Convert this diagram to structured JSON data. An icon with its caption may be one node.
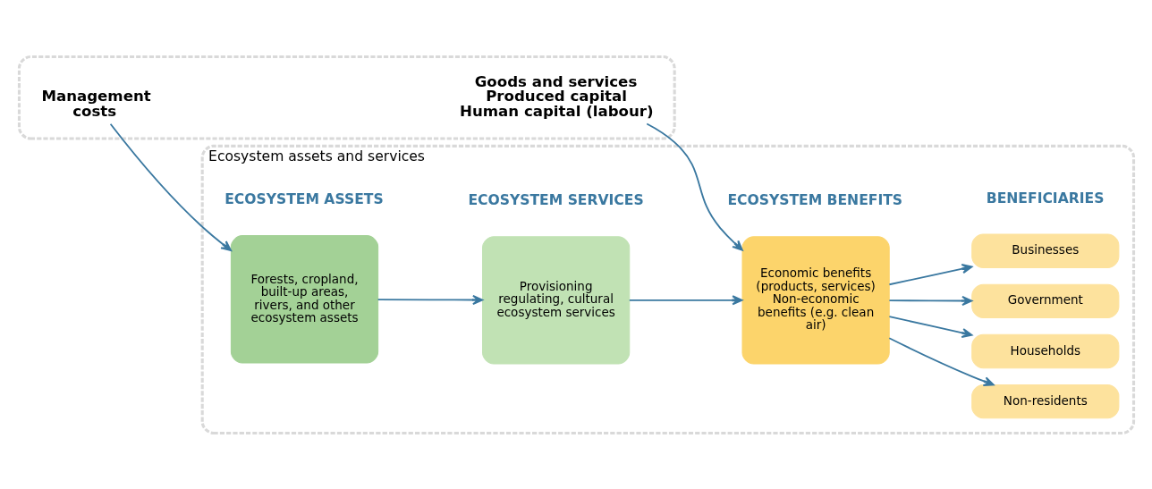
{
  "diagram": {
    "nodes": [
      {
        "text": [
          "Ecosystem assets and services"
        ]
      },
      {
        "text": [
          "Forests, cropland, built-up areas, rivers, and other ecosystem assets"
        ],
        "in": 0
      },
      {
        "text": [
          "Provisioning regulating, cultural ecosystem services"
        ],
        "in": 0
      },
      {
        "text": [
          "Economic benefits (products, services)",
          "Non-economic benefits (e.g. clean air)"
        ],
        "in": 0
      },
      {
        "text": [
          "Businesses"
        ],
        "in": 0
      },
      {
        "text": [
          "Government"
        ],
        "in": 0
      },
      {
        "text": [
          "Households"
        ],
        "in": 0
      },
      {
        "text": [
          "Non-residents"
        ],
        "in": 0
      },
      {
        "text": [],
        "shape": "box"
      },
      {
        "text": [
          "Management costs"
        ],
        "in": 8
      },
      {
        "text": [
          "Goods and services",
          "Produced capital",
          "Human capital (labour)"
        ],
        "in": 8
      }
    ],
    "edges": [
      {
        "from": 1,
        "to": 2,
        "arrow": "to"
      },
      {
        "from": 2,
        "to": 3,
        "arrow": "to"
      },
      {
        "from": 3,
        "to": 4,
        "arrow": "to"
      },
      {
        "from": 3,
        "to": 5,
        "arrow": "to"
      },
      {
        "from": 3,
        "to": 6,
        "arrow": "to"
      },
      {
        "from": 3,
        "to": 7,
        "arrow": "to"
      },
      {
        "from": 9,
        "to": 1,
        "arrow": "to"
      },
      {
        "from": 10,
        "to": 3,
        "arrow": "to"
      }
    ],
    "labels": [
      "ECOSYSTEM ASSETS",
      "ECOSYSTEM SERVICES",
      "ECOSYSTEM BENEFITS",
      "BENEFICIARIES"
    ]
  }
}
